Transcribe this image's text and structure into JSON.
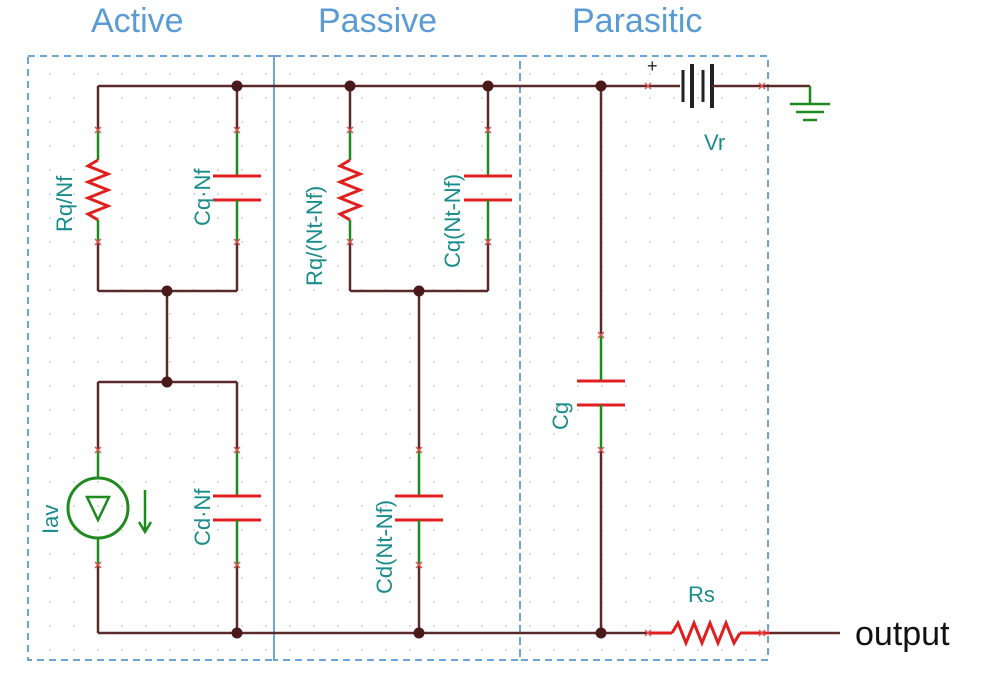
{
  "sections": {
    "active": "Active",
    "passive": "Passive",
    "parasitic": "Parasitic"
  },
  "components": {
    "rq_active": "Rq/Nf",
    "cq_active": "Cq·Nf",
    "rq_passive": "Rq/(Nt-Nf)",
    "cq_passive": "Cq(Nt-Nf)",
    "current_source": "Iav",
    "cd_active": "Cd·Nf",
    "cd_passive": "Cd(Nt-Nf)",
    "cg": "Cg",
    "vr": "Vr",
    "vr_plus": "+",
    "rs": "Rs"
  },
  "output_label": "output",
  "colors": {
    "section_title": "#5b9bd5",
    "label": "#1a8c8c",
    "wire": "#5a2a2a",
    "component_green": "#1f8a1f",
    "component_red": "#e01f1f",
    "box_border": "#6fa6d8",
    "grid_dot": "#d0d0d0"
  }
}
